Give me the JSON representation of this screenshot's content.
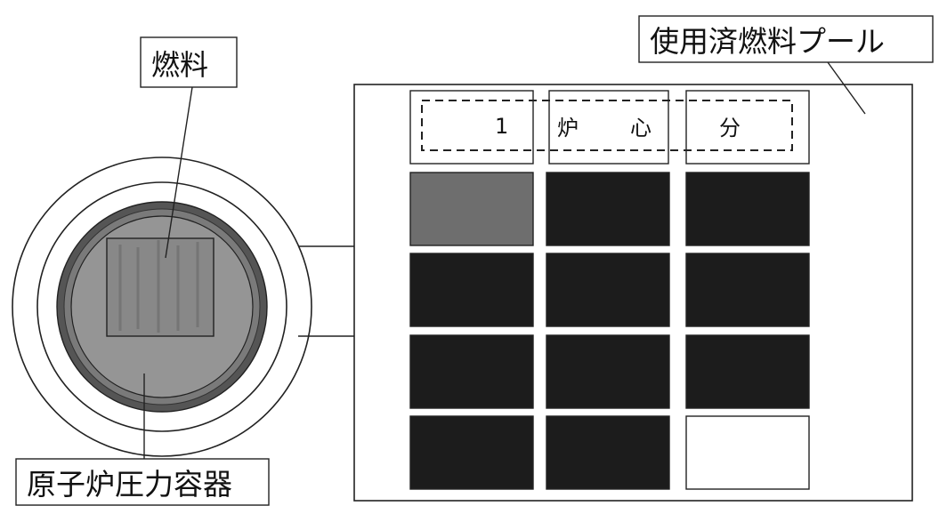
{
  "labels": {
    "fuel": "燃料",
    "spent_fuel_pool": "使用済燃料プール",
    "reactor_pressure_vessel": "原子炉圧力容器",
    "one_core_number": "1",
    "one_core_ro": "炉",
    "one_core_shin": "心",
    "one_core_bun": "分"
  },
  "pool_grid": {
    "rows": 4,
    "cols": 3,
    "cells": [
      [
        "hatched",
        "filled",
        "filled"
      ],
      [
        "filled",
        "filled",
        "filled"
      ],
      [
        "filled",
        "filled",
        "filled"
      ],
      [
        "filled",
        "filled",
        "empty"
      ]
    ]
  },
  "colors": {
    "outline": "#222222",
    "filled_fuel": "#1c1c1c",
    "hatched_fuel": "#6e6e6e",
    "vessel_ring": "#555555",
    "empty_slot": "#ffffff"
  }
}
